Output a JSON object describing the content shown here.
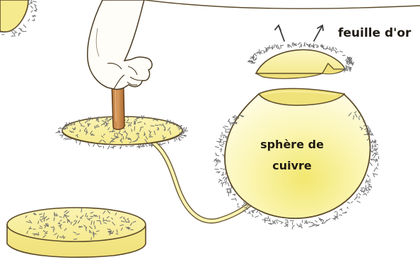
{
  "labels": {
    "gold_leaf": "feuille d'or",
    "sphere_line1": "sphère de",
    "sphere_line2": "cuivre"
  },
  "colors": {
    "background": "#ffffff",
    "yellow_light": "#fffbd0",
    "yellow_mid": "#f7f091",
    "yellow_dark": "#f0e27a",
    "outline": "#5b4a2a",
    "charge_dots": "#6d6d6d",
    "wood_handle": "#c98a4e",
    "skin": "#fffdf8"
  },
  "icons": {
    "movement_arrows": "arrow-up-icon"
  }
}
